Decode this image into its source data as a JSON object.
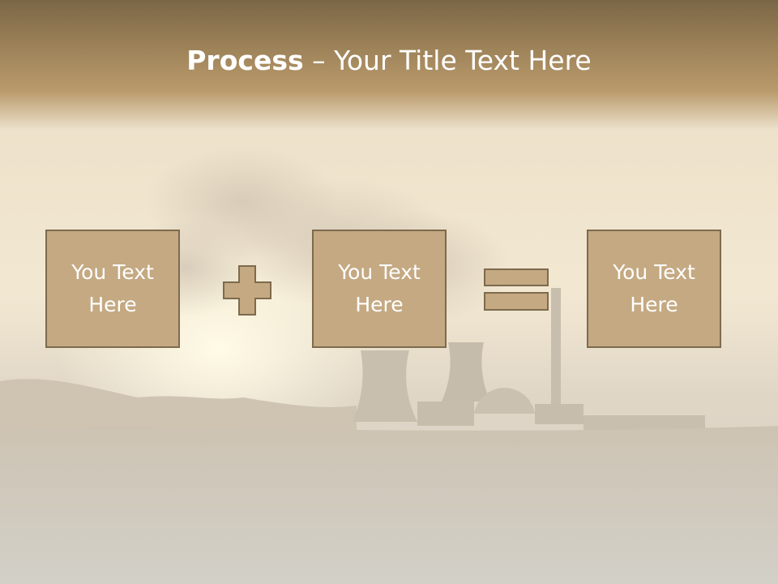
{
  "slide": {
    "title_bold": "Process",
    "title_rest": " – Your Title Text Here"
  },
  "boxes": [
    {
      "line1": "You Text",
      "line2": "Here"
    },
    {
      "line1": "You Text",
      "line2": "Here"
    },
    {
      "line1": "You Text",
      "line2": "Here"
    }
  ],
  "operators": [
    "plus-icon",
    "equals-icon"
  ],
  "colors": {
    "box_fill": "#c4a982",
    "box_border": "#7e6a4e",
    "title_band": "#9c8158",
    "text": "#ffffff"
  }
}
